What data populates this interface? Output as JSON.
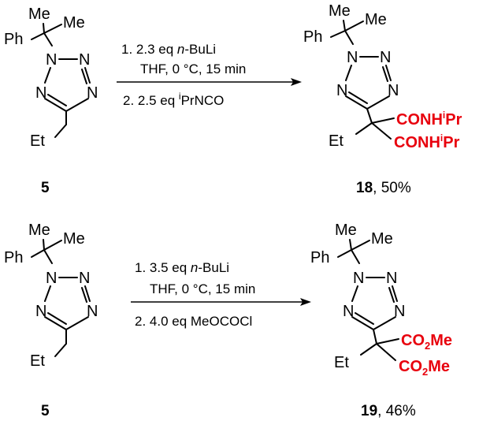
{
  "reactions": [
    {
      "reactant": {
        "label": "5",
        "atoms": {
          "me1": "Me",
          "me2": "Me",
          "ph": "Ph",
          "n1": "N",
          "n2": "N",
          "n3": "N",
          "n4": "N",
          "et": "Et"
        }
      },
      "conditions": {
        "line1_prefix": "1. 2.3 eq ",
        "line1_reagent": "n",
        "line1_suffix": "-BuLi",
        "line2": "THF, 0 °C, 15 min",
        "line3_prefix": "2. 2.5 eq ",
        "line3_sup": "i",
        "line3_reagent": "PrNCO"
      },
      "product": {
        "label_num": "18",
        "label_yield": ", 50%",
        "atoms": {
          "me1": "Me",
          "me2": "Me",
          "ph": "Ph",
          "n1": "N",
          "n2": "N",
          "n3": "N",
          "n4": "N",
          "et": "Et"
        },
        "group_a_main": "CONH",
        "group_a_sup": "i",
        "group_a_end": "Pr",
        "group_b_main": "CONH",
        "group_b_sup": "i",
        "group_b_end": "Pr"
      }
    },
    {
      "reactant": {
        "label": "5",
        "atoms": {
          "me1": "Me",
          "me2": "Me",
          "ph": "Ph",
          "n1": "N",
          "n2": "N",
          "n3": "N",
          "n4": "N",
          "et": "Et"
        }
      },
      "conditions": {
        "line1_prefix": "1. 3.5 eq ",
        "line1_reagent": "n",
        "line1_suffix": "-BuLi",
        "line2": "THF, 0 °C, 15 min",
        "line3": "2. 4.0 eq MeOCOCl"
      },
      "product": {
        "label_num": "19",
        "label_yield": ", 46%",
        "atoms": {
          "me1": "Me",
          "me2": "Me",
          "ph": "Ph",
          "n1": "N",
          "n2": "N",
          "n3": "N",
          "n4": "N",
          "et": "Et"
        },
        "group_a_main": "CO",
        "group_a_sub": "2",
        "group_a_end": "Me",
        "group_b_main": "CO",
        "group_b_sub": "2",
        "group_b_end": "Me"
      }
    }
  ],
  "colors": {
    "highlight": "#e8000d",
    "ink": "#000000"
  }
}
